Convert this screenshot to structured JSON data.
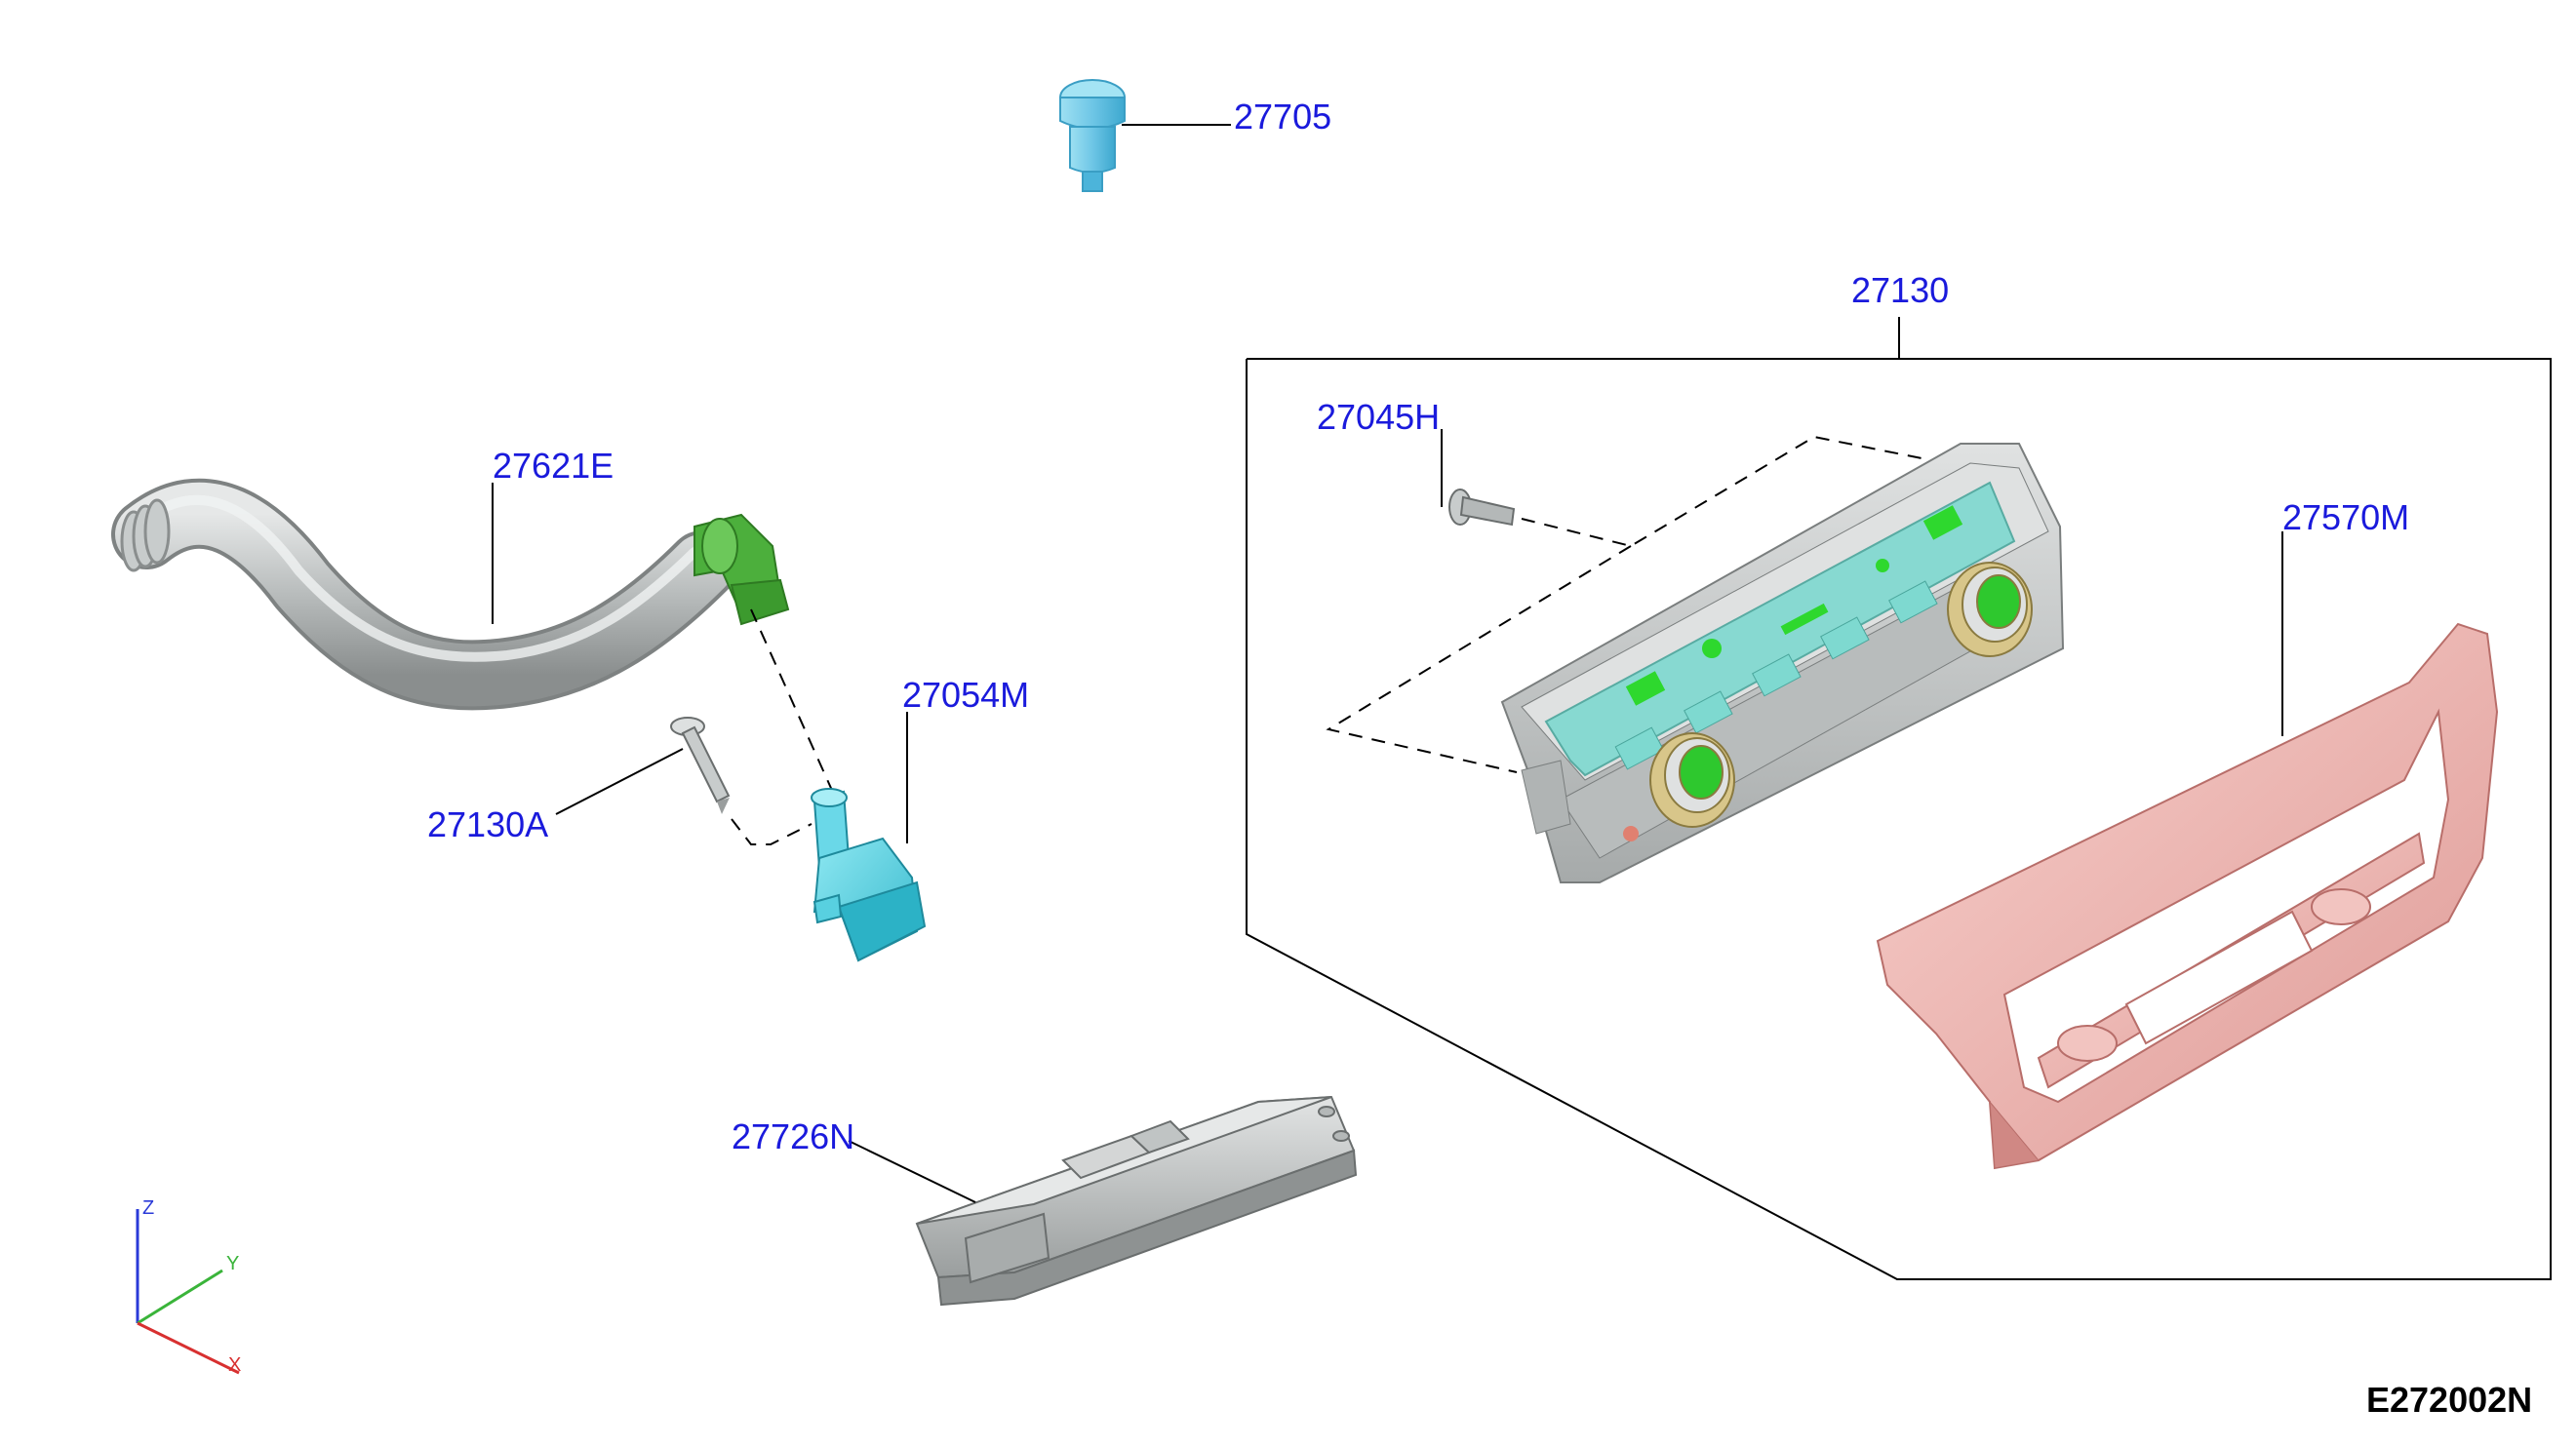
{
  "diagram": {
    "reference_code": "E272002N",
    "parts": [
      {
        "id": "27705",
        "label": "27705"
      },
      {
        "id": "27130",
        "label": "27130"
      },
      {
        "id": "27045H",
        "label": "27045H"
      },
      {
        "id": "27570M",
        "label": "27570M"
      },
      {
        "id": "27621E",
        "label": "27621E"
      },
      {
        "id": "27054M",
        "label": "27054M"
      },
      {
        "id": "27130A",
        "label": "27130A"
      },
      {
        "id": "27726N",
        "label": "27726N"
      }
    ],
    "axes": {
      "z": "Z",
      "y": "Y",
      "x": "X"
    },
    "colors": {
      "label": "#1a1adc",
      "clip": "#6ec6e6",
      "hose": "#b8bcbc",
      "hose_end": "#4caf3c",
      "connector": "#5cd4e4",
      "panel": "#c9cccc",
      "panel_display": "#7ed9d0",
      "trim_bezel": "#f0b4b0",
      "module": "#c4c6c6",
      "axis_z": "#2a3ad8",
      "axis_y": "#3ab43a",
      "axis_x": "#d83030"
    }
  }
}
